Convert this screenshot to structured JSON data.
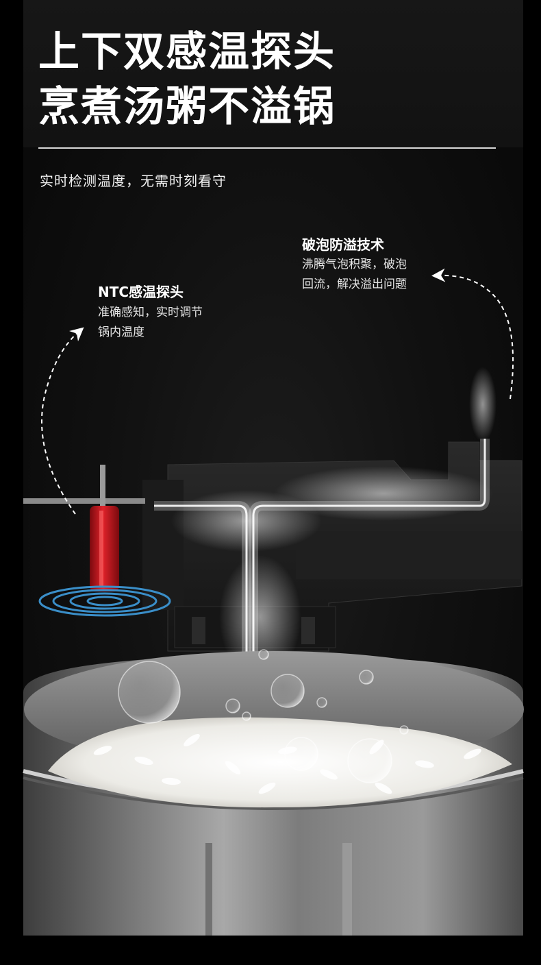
{
  "headline": {
    "line1": "上下双感温探头",
    "line2": "烹煮汤粥不溢锅"
  },
  "subtitle": "实时检测温度，无需时刻看守",
  "features": {
    "ntc": {
      "title": "NTC感温探头",
      "desc1": "准确感知，实时调节",
      "desc2": "锅内温度"
    },
    "anti_overflow": {
      "title": "破泡防溢技术",
      "desc1": "沸腾气泡积聚，破泡",
      "desc2": "回流，解决溢出问题"
    }
  },
  "colors": {
    "background": "#000000",
    "probe_red": "#c8141c",
    "wave_blue": "#3a8ec8",
    "pot_steel": "#8a8a8a"
  },
  "icons": [
    "dashed-arrow-icon",
    "temperature-probe-icon",
    "sensor-wave-icon",
    "steam-icon",
    "bubble-icon"
  ]
}
